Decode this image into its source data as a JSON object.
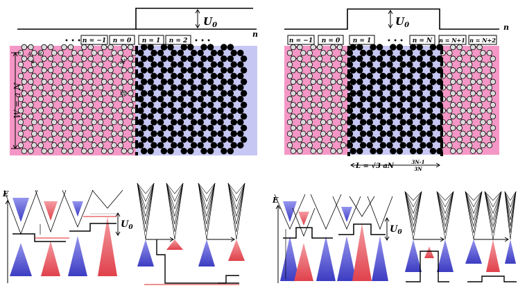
{
  "top_left": {
    "potential_label": "U",
    "potential_sub": "0",
    "axis_label": "n",
    "dots_before": "• • •",
    "dots_after": "• • •",
    "cells": [
      "n = −1",
      "n = 0",
      "n = 1",
      "n = 2"
    ],
    "width_label": "W = a N",
    "atom_A": "A",
    "atom_B": "B",
    "lattice_a": "a",
    "row_N": "N",
    "row_m": "m",
    "row_1": "1"
  },
  "top_right": {
    "potential_label": "U",
    "potential_sub": "0",
    "axis_label": "n",
    "dots_mid": "• • •",
    "cells": [
      "n = −1",
      "n = 0",
      "n = 1",
      "n = N",
      "n = N+1",
      "n = N+2"
    ],
    "length_label": "L = √3 aN",
    "length_frac_num": "3N-1",
    "length_frac_den": "3N"
  },
  "bottom_left": {
    "energy_label": "E",
    "potential_label": "U",
    "potential_sub": "0"
  },
  "bottom_right": {
    "energy_label": "E",
    "potential_label": "U",
    "potential_sub": "0"
  },
  "colors": {
    "pink_region": "#f597c6",
    "lavender_region": "#c7c7f3",
    "white_atom": "#dcdcdc",
    "black_atom": "#000000",
    "blue_cone": "#6f6fd9",
    "red_cone": "#ee6f74"
  }
}
